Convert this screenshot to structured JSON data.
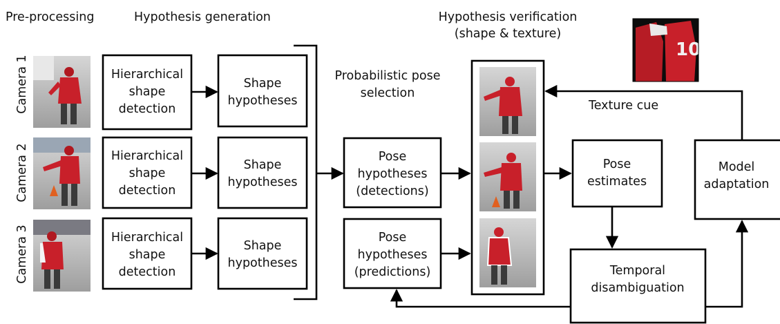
{
  "headers": {
    "preprocessing": "Pre-processing",
    "hypothesis_generation": "Hypothesis generation",
    "verification_line1": "Hypothesis verification",
    "verification_line2": "(shape & texture)",
    "probabilistic_line1": "Probabilistic pose",
    "probabilistic_line2": "selection"
  },
  "cameras": [
    {
      "label": "Camera 1"
    },
    {
      "label": "Camera 2"
    },
    {
      "label": "Camera 3"
    }
  ],
  "detection_box": [
    "Hierarchical",
    "shape",
    "detection"
  ],
  "shape_box": [
    "Shape",
    "hypotheses"
  ],
  "pose_detections": [
    "Pose",
    "hypotheses",
    "(detections)"
  ],
  "pose_predictions": [
    "Pose",
    "hypotheses",
    "(predictions)"
  ],
  "pose_estimates": [
    "Pose",
    "estimates"
  ],
  "model_adaptation": [
    "Model",
    "adaptation"
  ],
  "temporal": [
    "Temporal",
    "disambiguation"
  ],
  "texture_cue": "Texture cue",
  "colors": {
    "jersey_red": "#c8202a",
    "jersey_dark": "#8a1018",
    "background_gray": "#b9b9b9",
    "line": "#000000"
  },
  "images": {
    "camera_photo": "photo of person in red jersey",
    "texture_photo": "red jersey texture with number",
    "texture_number": "10"
  }
}
